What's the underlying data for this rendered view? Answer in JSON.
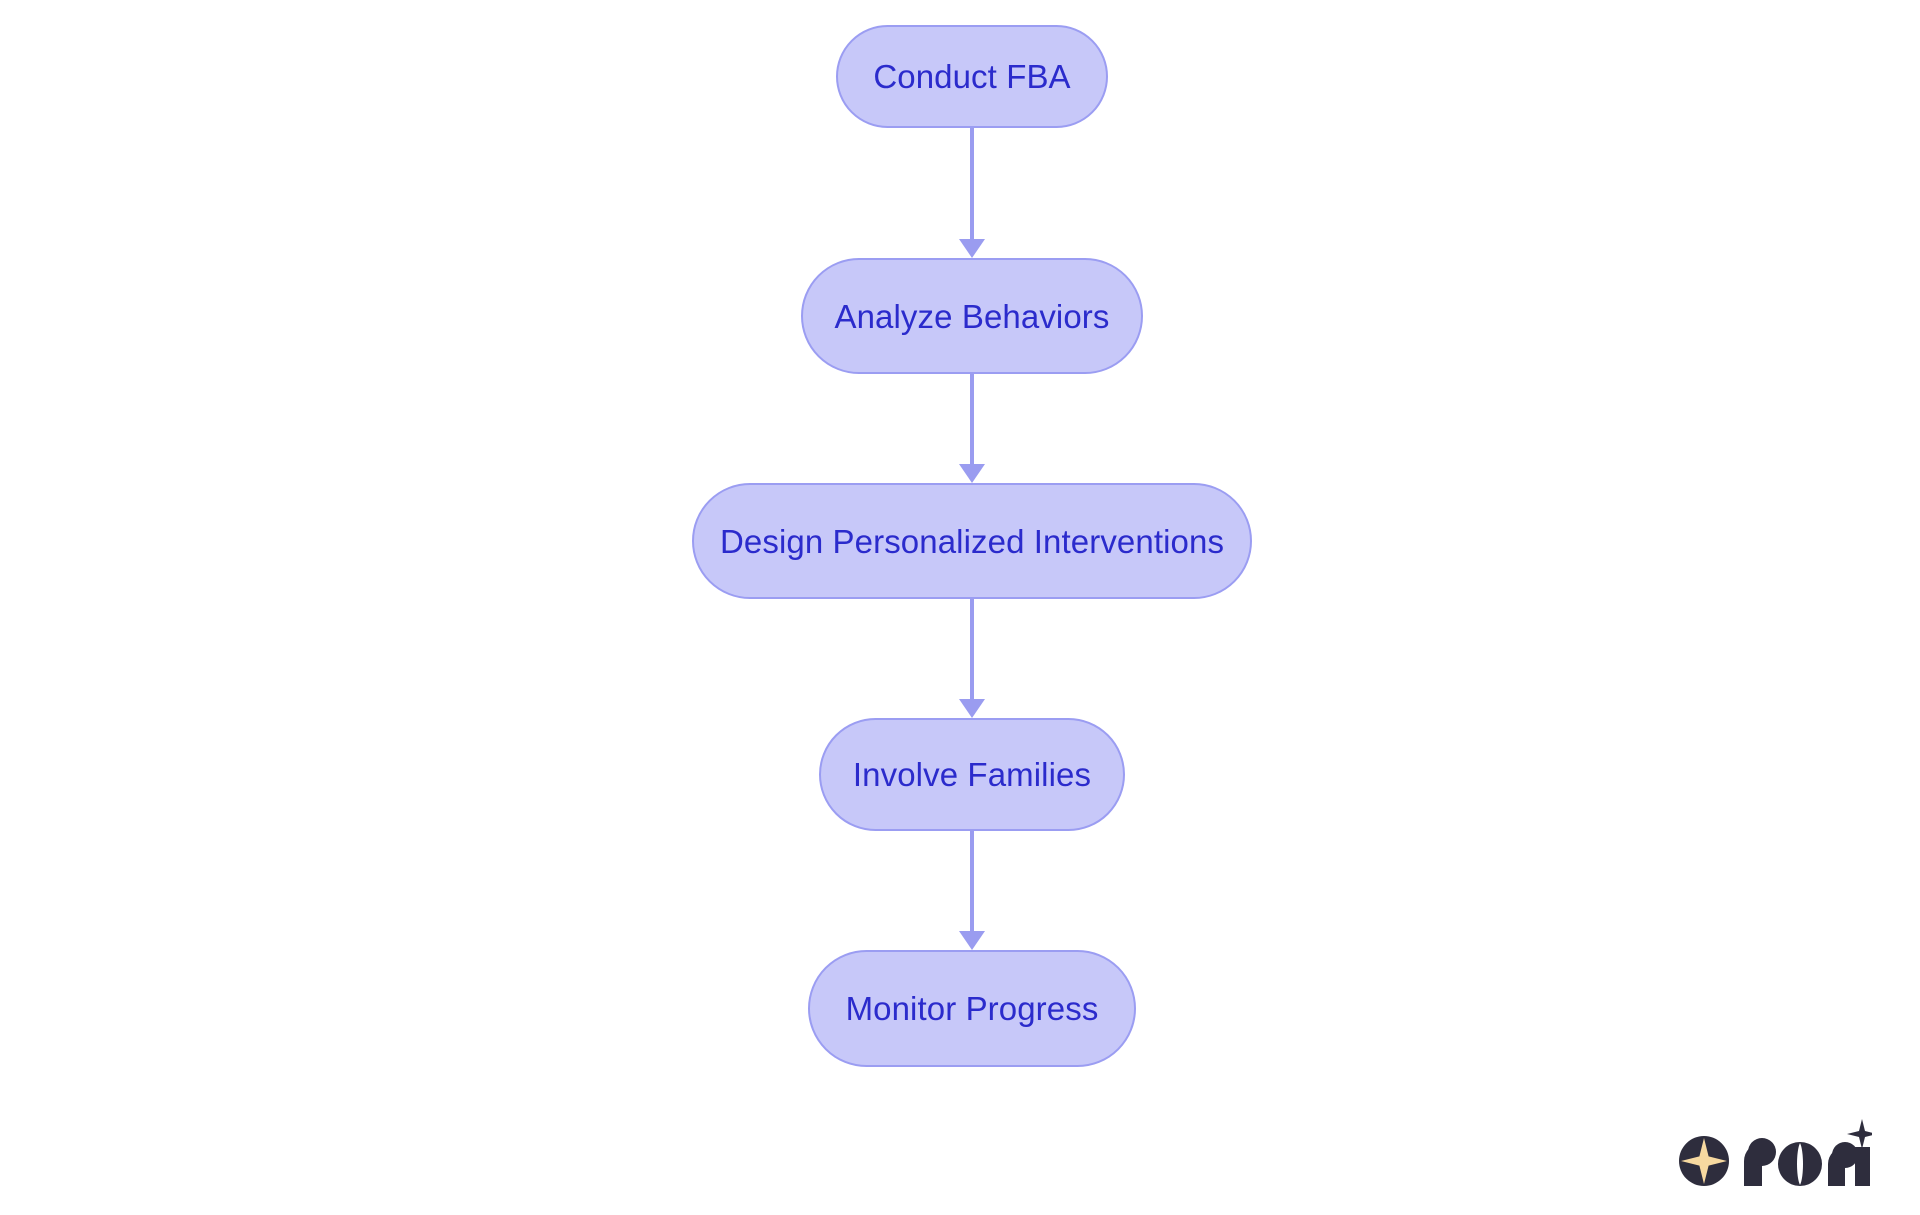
{
  "diagram": {
    "type": "flowchart",
    "orientation": "top-to-bottom",
    "background_color": "#ffffff",
    "node_fill_color": "#c7c8f9",
    "node_border_color": "#9b9df2",
    "node_text_color": "#2b2bcc",
    "connector_color": "#9a9cf0",
    "nodes": [
      {
        "id": "conduct-fba",
        "label": "Conduct FBA"
      },
      {
        "id": "analyze-behaviors",
        "label": "Analyze Behaviors"
      },
      {
        "id": "design-personalized-interventions",
        "label": "Design Personalized Interventions"
      },
      {
        "id": "involve-families",
        "label": "Involve Families"
      },
      {
        "id": "monitor-progress",
        "label": "Monitor Progress"
      }
    ],
    "edges": [
      {
        "from": "conduct-fba",
        "to": "analyze-behaviors"
      },
      {
        "from": "analyze-behaviors",
        "to": "design-personalized-interventions"
      },
      {
        "from": "design-personalized-interventions",
        "to": "involve-families"
      },
      {
        "from": "involve-families",
        "to": "monitor-progress"
      }
    ]
  },
  "branding": {
    "wordmark": "rori",
    "mark_circle_color": "#2e2d3d",
    "mark_star_color": "#f7d9a0",
    "wordmark_color": "#2e2d3d"
  }
}
